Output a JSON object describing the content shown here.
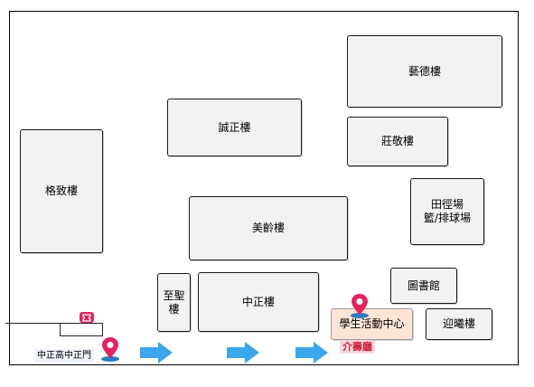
{
  "buildings": {
    "yide": "藝德樓",
    "chengzheng": "誠正樓",
    "zhuangjing": "莊敬樓",
    "gezhi": "格致樓",
    "field_line1": "田徑場",
    "field_line2": "籃/排球場",
    "meiling": "美齡樓",
    "zhisheng_line1": "至聖",
    "zhisheng_line2": "樓",
    "zhongzheng": "中正樓",
    "library": "圖書館",
    "student_center": "學生活動中心",
    "yingxi": "迎曦樓"
  },
  "gate": {
    "label": "中正高中正門"
  },
  "venue": {
    "label": "介壽廳"
  },
  "colors": {
    "arrow": "#3aa7ec",
    "pin": "#e0245e",
    "pin_base": "#2e7bbf",
    "venue_text": "#d0203a"
  },
  "icons": [
    "location-pin-icon",
    "direction-arrow-icon",
    "ticket-badge-icon"
  ]
}
